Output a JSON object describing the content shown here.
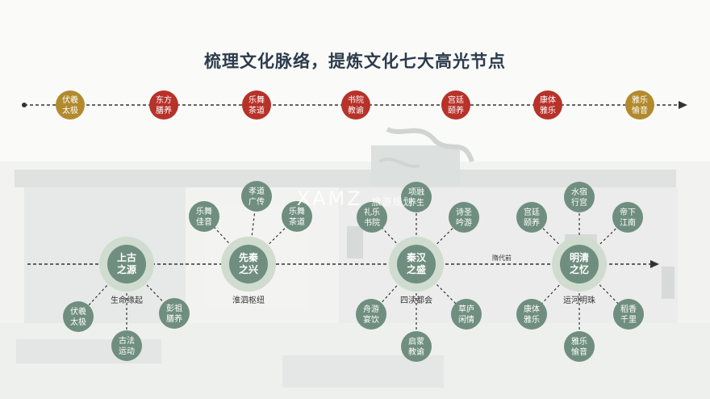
{
  "title": "梳理文化脉络，提炼文化七大高光节点",
  "watermark": {
    "logo": "XAMZ",
    "text": "旅游规划"
  },
  "colors": {
    "gold": "#b28a2e",
    "red": "#b73229",
    "green": "#6f8e7f",
    "halo": "#cfdccf",
    "line": "#333333"
  },
  "timeline": [
    {
      "line1": "伏羲",
      "line2": "太极",
      "color": "gold"
    },
    {
      "line1": "东方",
      "line2": "膳养",
      "color": "red"
    },
    {
      "line1": "乐舞",
      "line2": "茶道",
      "color": "red"
    },
    {
      "line1": "书院",
      "line2": "教谕",
      "color": "red"
    },
    {
      "line1": "宫廷",
      "line2": "颐养",
      "color": "red"
    },
    {
      "line1": "康体",
      "line2": "雅乐",
      "color": "red"
    },
    {
      "line1": "雅乐",
      "line2": "愉音",
      "color": "gold"
    }
  ],
  "hubs": [
    {
      "line1": "上古",
      "line2": "之源",
      "label": "生命缘起",
      "leaves": [
        {
          "line1": "伏羲",
          "line2": "太极"
        },
        {
          "line1": "古法",
          "line2": "运动"
        },
        {
          "line1": "彭祖",
          "line2": "膳养"
        }
      ]
    },
    {
      "line1": "先秦",
      "line2": "之兴",
      "label": "淮泗枢纽",
      "leaves": [
        {
          "line1": "乐舞",
          "line2": "佳音"
        },
        {
          "line1": "孝道",
          "line2": "广传"
        },
        {
          "line1": "乐舞",
          "line2": "茶道"
        }
      ]
    },
    {
      "line1": "秦汉",
      "line2": "之盛",
      "label": "四渎都会",
      "leaves": [
        {
          "line1": "礼乐",
          "line2": "书院"
        },
        {
          "line1": "项融",
          "line2": "养生"
        },
        {
          "line1": "诗圣",
          "line2": "吟游"
        },
        {
          "line1": "草庐",
          "line2": "闲情"
        },
        {
          "line1": "启蒙",
          "line2": "教谕"
        },
        {
          "line1": "舟游",
          "line2": "宴饮"
        }
      ]
    },
    {
      "line1": "明清",
      "line2": "之忆",
      "label": "运河明珠",
      "leaves": [
        {
          "line1": "宫廷",
          "line2": "颐养"
        },
        {
          "line1": "水宿",
          "line2": "行宫"
        },
        {
          "line1": "帝下",
          "line2": "江南"
        },
        {
          "line1": "稻香",
          "line2": "千里"
        },
        {
          "line1": "雅乐",
          "line2": "愉音"
        },
        {
          "line1": "康体",
          "line2": "雅乐"
        }
      ]
    }
  ],
  "axis_label": "隋代前"
}
